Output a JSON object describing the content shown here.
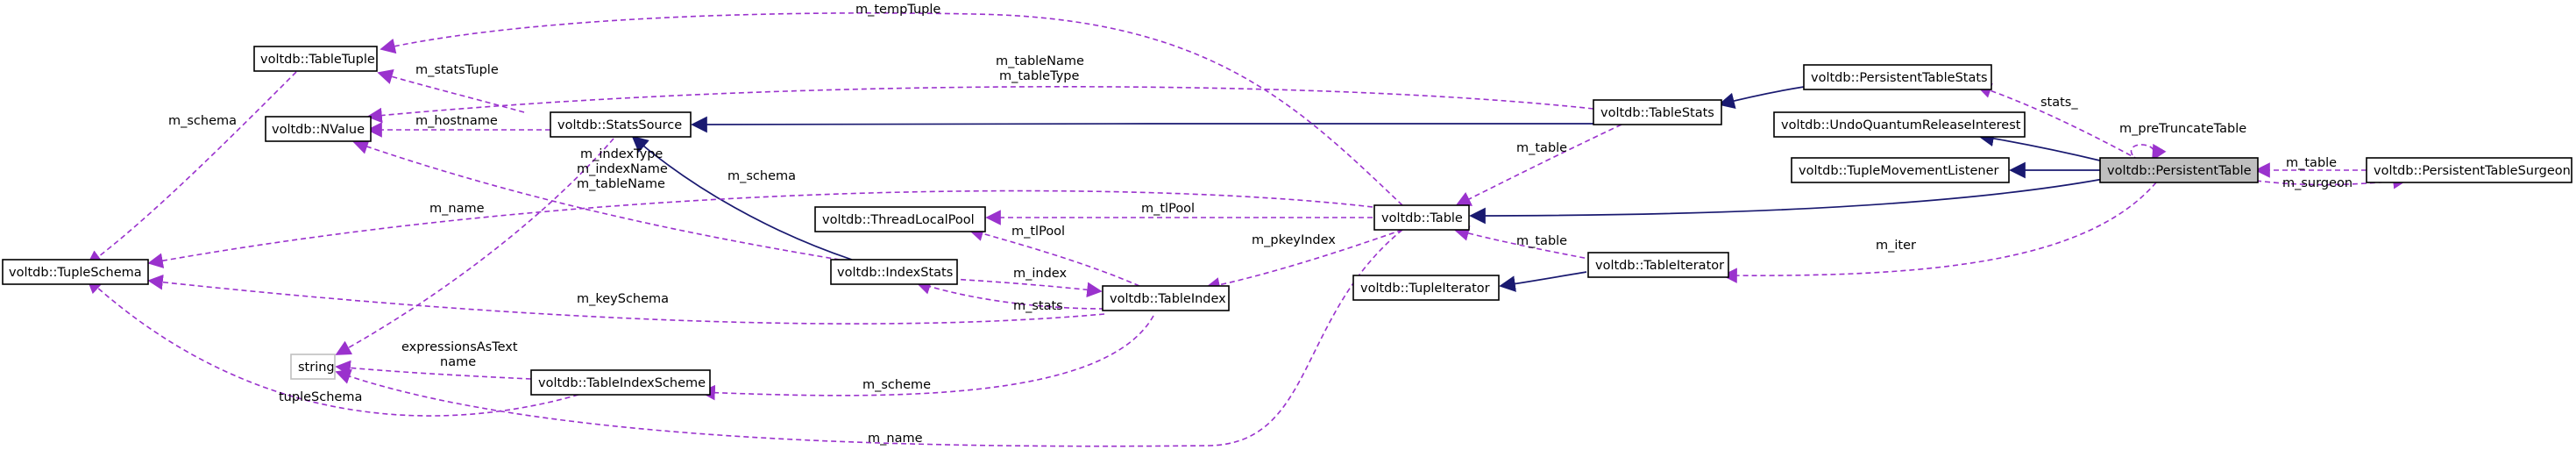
{
  "nodes": {
    "table_tuple": "voltdb::TableTuple",
    "nvalue": "voltdb::NValue",
    "stats_source": "voltdb::StatsSource",
    "tuple_schema": "voltdb::TupleSchema",
    "thread_local_pool": "voltdb::ThreadLocalPool",
    "index_stats": "voltdb::IndexStats",
    "table_index": "voltdb::TableIndex",
    "string": "string",
    "table_index_scheme": "voltdb::TableIndexScheme",
    "table": "voltdb::Table",
    "table_stats": "voltdb::TableStats",
    "tuple_iterator": "voltdb::TupleIterator",
    "table_iterator": "voltdb::TableIterator",
    "persistent_table_stats": "voltdb::PersistentTableStats",
    "undo_quantum_release_interest": "voltdb::UndoQuantumReleaseInterest",
    "tuple_movement_listener": "voltdb::TupleMovementListener",
    "persistent_table": "voltdb::PersistentTable",
    "persistent_table_surgeon": "voltdb::PersistentTableSurgeon"
  },
  "edge_labels": {
    "m_temp_tuple": "m_tempTuple",
    "m_stats_tuple": "m_statsTuple",
    "m_table_name_top": "m_tableName",
    "m_table_type": "m_tableType",
    "m_schema_left": "m_schema",
    "m_hostname": "m_hostname",
    "m_index_type": "m_indexType",
    "m_index_name": "m_indexName",
    "m_table_name_mid": "m_tableName",
    "m_schema_mid": "m_schema",
    "m_name_left": "m_name",
    "m_tl_pool_table": "m_tlPool",
    "m_tl_pool_index": "m_tlPool",
    "m_index": "m_index",
    "m_pkey_index": "m_pkeyIndex",
    "m_key_schema": "m_keySchema",
    "m_stats": "m_stats",
    "expressions_as_text": "expressionsAsText",
    "name": "name",
    "m_scheme": "m_scheme",
    "tuple_schema_label": "tupleSchema",
    "m_name_bottom": "m_name",
    "m_table_stats": "m_table",
    "m_table_iter": "m_table",
    "m_iter": "m_iter",
    "stats_": "stats_",
    "m_pre_truncate_table": "m_preTruncateTable",
    "m_table_surgeon": "m_table",
    "m_surgeon": "m_surgeon"
  },
  "colors": {
    "inheritance_edge": "#191970",
    "member_edge": "#9a32cd",
    "focus_fill": "#bfbfbf"
  }
}
